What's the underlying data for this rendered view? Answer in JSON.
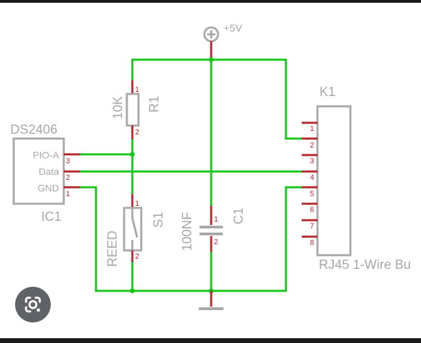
{
  "power": {
    "label": "+5V",
    "symbol": "⊕"
  },
  "ic1": {
    "part": "DS2406",
    "ref": "IC1",
    "pins": [
      {
        "name": "PIO-A",
        "num": "3"
      },
      {
        "name": "Data",
        "num": "2"
      },
      {
        "name": "GND",
        "num": "1"
      }
    ]
  },
  "r1": {
    "ref": "R1",
    "value": "10K",
    "pin1": "1",
    "pin2": "2"
  },
  "s1": {
    "ref": "S1",
    "value": "REED",
    "pin1": "1",
    "pin2": "2"
  },
  "c1": {
    "ref": "C1",
    "value": "100NF",
    "pin1": "1",
    "pin2": "2"
  },
  "k1": {
    "ref": "K1",
    "value": "RJ45 1-Wire Bu",
    "pins": [
      "1",
      "2",
      "3",
      "4",
      "5",
      "6",
      "7",
      "8"
    ]
  },
  "colors": {
    "wire": "#16c616",
    "pin": "#b3262e",
    "outline": "#a8a8a8"
  },
  "overlay": {
    "icon": "google-lens-icon"
  }
}
